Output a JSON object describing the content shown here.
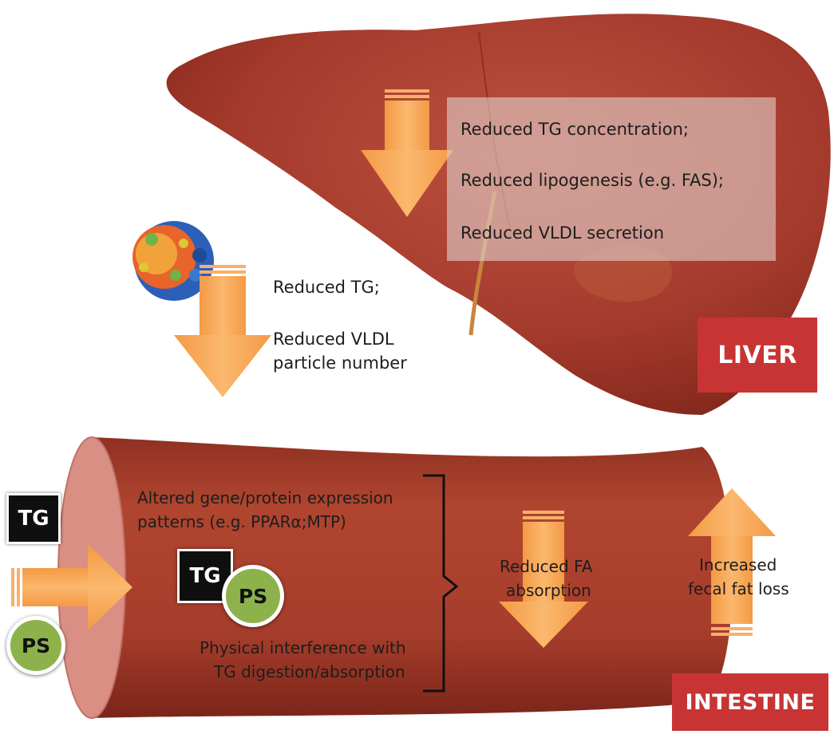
{
  "liver": {
    "label": "LIVER",
    "effects": [
      "Reduced TG concentration;",
      "Reduced lipogenesis (e.g. FAS);",
      "Reduced VLDL secretion"
    ]
  },
  "blood": {
    "line1": "Reduced TG;",
    "line2": "Reduced VLDL",
    "line3": "particle number"
  },
  "intestine": {
    "label": "INTESTINE",
    "gene_line1": "Altered gene/protein expression",
    "gene_line2": "patterns (e.g. PPARα;MTP)",
    "physical_line1": "Physical interference with",
    "physical_line2": "TG digestion/absorption",
    "fa_line1": "Reduced FA",
    "fa_line2": "absorption",
    "fecal_line1": "Increased",
    "fecal_line2": "fecal fat loss"
  },
  "badges": {
    "tg": "TG",
    "ps": "PS"
  },
  "colors": {
    "liver": "#a83a2c",
    "intestine": "#a8402e",
    "arrow": "#f6a85a",
    "label_bg": "#c83434",
    "ps_green": "#8db24c"
  }
}
